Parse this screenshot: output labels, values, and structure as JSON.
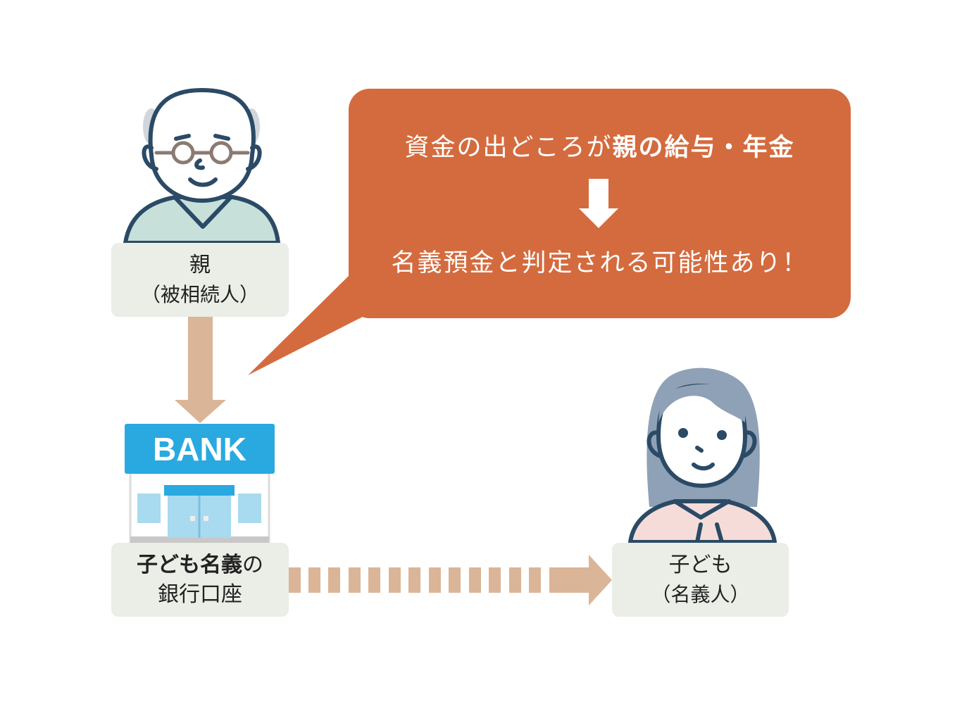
{
  "parent": {
    "label_line1": "親",
    "label_line2": "（被相続人）"
  },
  "bank": {
    "sign": "BANK",
    "label_bold": "子ども名義",
    "label_suffix": "の",
    "label_line2": "銀行口座"
  },
  "child": {
    "label_line1": "子ども",
    "label_line2": "（名義人）"
  },
  "bubble": {
    "line1_normal": "資金の出どころが",
    "line1_bold": "親の給与・年金",
    "line2": "名義預金と判定される可能性あり！"
  },
  "colors": {
    "bubble": "#d46b3e",
    "arrow": "#dbb597",
    "label_bg": "#eaeee6",
    "bank_blue": "#29a9e0"
  }
}
